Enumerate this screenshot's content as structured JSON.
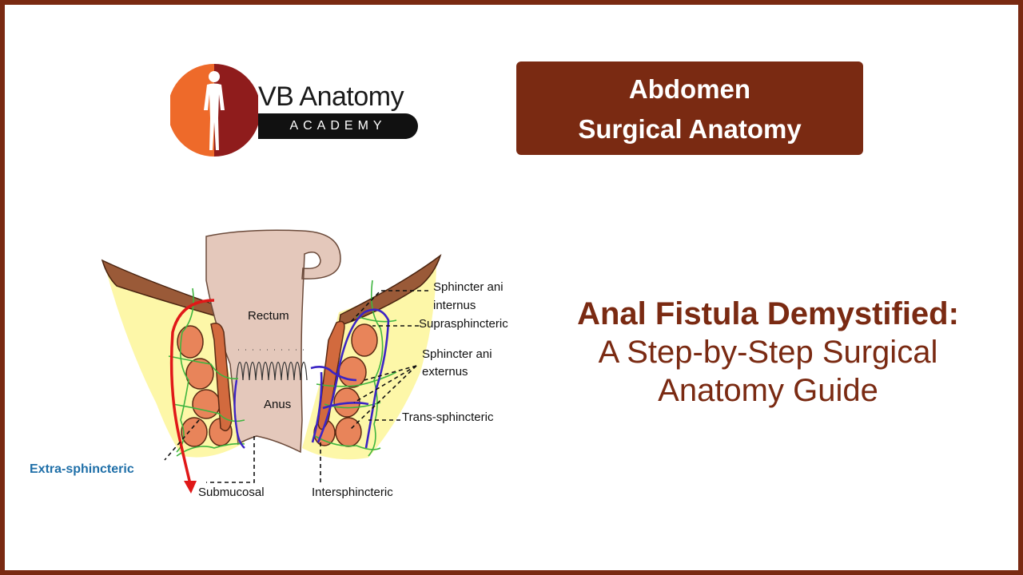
{
  "logo": {
    "name": "VB Anatomy",
    "subtitle": "ACADEMY"
  },
  "badge": {
    "line1": "Abdomen",
    "line2": "Surgical Anatomy"
  },
  "title": {
    "line1": "Anal Fistula Demystified:",
    "line2": "A Step-by-Step Surgical",
    "line3": "Anatomy Guide"
  },
  "diagram": {
    "labels": {
      "rectum": "Rectum",
      "anus": "Anus",
      "sphincter_internus_1": "Sphincter ani",
      "sphincter_internus_2": "internus",
      "suprasphincteric": "Suprasphincteric",
      "sphincter_externus_1": "Sphincter ani",
      "sphincter_externus_2": "externus",
      "trans_sphincteric": "Trans-sphincteric",
      "extra_sphincteric": "Extra-sphincteric",
      "submucosal": "Submucosal",
      "intersphincteric": "Intersphincteric"
    },
    "colors": {
      "fat": "#fdf7a8",
      "muscle": "#e8845a",
      "levator": "#9a5a38",
      "rectum": "#e4c8bb",
      "nerves": "#3fb53f",
      "tract_blue": "#3b24c4",
      "tract_red": "#e01818",
      "label_blue": "#1f6fa8"
    }
  }
}
